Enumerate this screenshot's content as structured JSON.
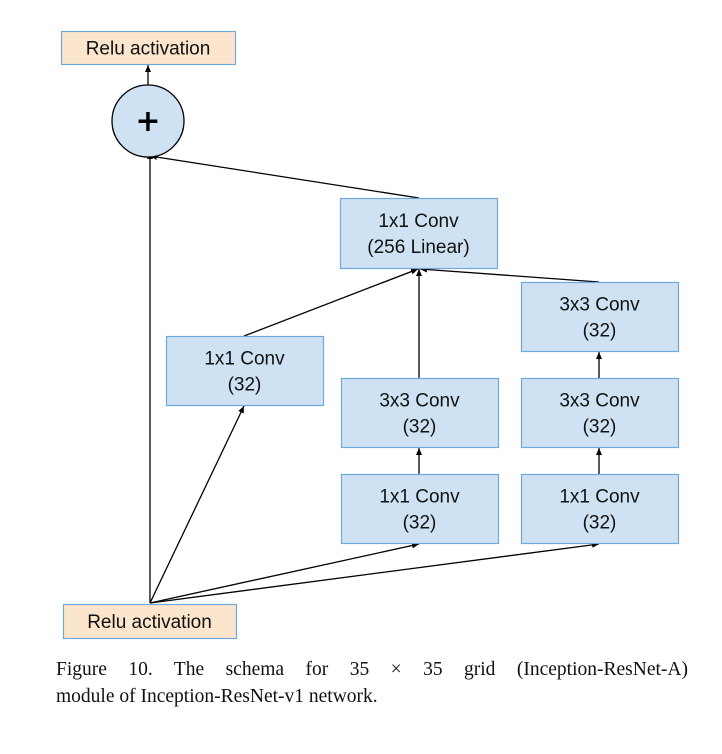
{
  "colors": {
    "relu_fill": "#fce5cd",
    "conv_fill": "#cfe2f3",
    "box_stroke": "#6fa8dc",
    "edge": "#000000"
  },
  "nodes": {
    "relu_top": {
      "lines": [
        "Relu activation"
      ]
    },
    "add": {
      "symbol": "+"
    },
    "linear": {
      "lines": [
        "1x1 Conv",
        "(256 Linear)"
      ]
    },
    "b1_conv": {
      "lines": [
        "1x1 Conv",
        "(32)"
      ]
    },
    "b2_conv3": {
      "lines": [
        "3x3 Conv",
        "(32)"
      ]
    },
    "b2_conv1": {
      "lines": [
        "1x1 Conv",
        "(32)"
      ]
    },
    "b3_conv3b": {
      "lines": [
        "3x3 Conv",
        "(32)"
      ]
    },
    "b3_conv3a": {
      "lines": [
        "3x3 Conv",
        "(32)"
      ]
    },
    "b3_conv1": {
      "lines": [
        "1x1 Conv",
        "(32)"
      ]
    },
    "relu_bottom": {
      "lines": [
        "Relu activation"
      ]
    }
  },
  "edges": [
    [
      "relu_bottom",
      "add"
    ],
    [
      "relu_bottom",
      "b1_conv"
    ],
    [
      "relu_bottom",
      "b2_conv1"
    ],
    [
      "relu_bottom",
      "b3_conv1"
    ],
    [
      "b2_conv1",
      "b2_conv3"
    ],
    [
      "b3_conv1",
      "b3_conv3a"
    ],
    [
      "b3_conv3a",
      "b3_conv3b"
    ],
    [
      "b1_conv",
      "linear"
    ],
    [
      "b2_conv3",
      "linear"
    ],
    [
      "b3_conv3b",
      "linear"
    ],
    [
      "linear",
      "add"
    ],
    [
      "add",
      "relu_top"
    ]
  ],
  "caption": {
    "line1": "Figure 10. The schema for 35 × 35 grid (Inception-ResNet-A)",
    "line2": "module of Inception-ResNet-v1 network."
  }
}
